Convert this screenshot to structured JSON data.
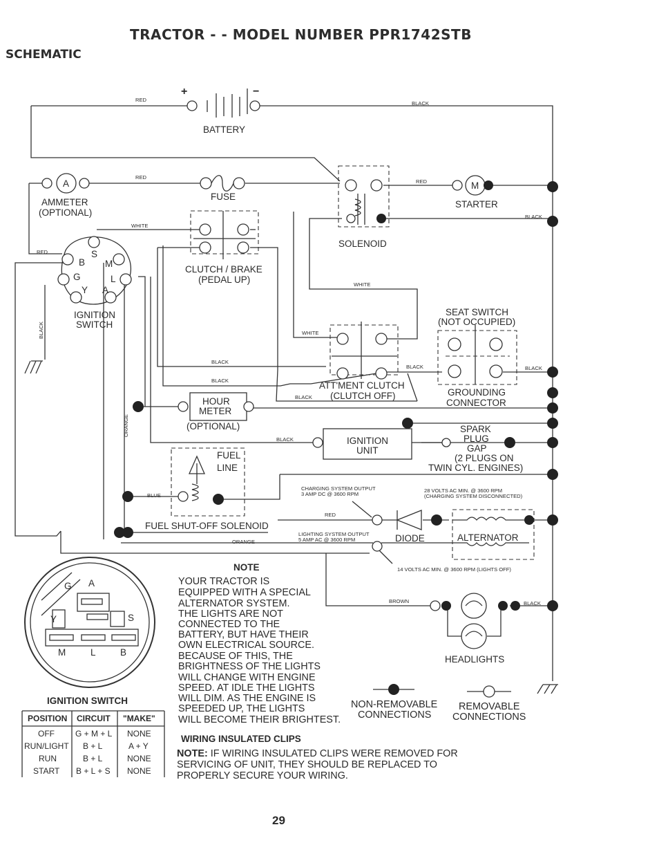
{
  "title": "TRACTOR - - MODEL NUMBER PPR1742STB",
  "subtitle": "SCHEMATIC",
  "page_number": "29",
  "wires": {
    "red": "RED",
    "black": "BLACK",
    "white": "WHITE",
    "blue": "BLUE",
    "orange": "ORANGE",
    "brown": "BROWN"
  },
  "components": {
    "battery": "BATTERY",
    "ammeter": [
      "AMMETER",
      "(OPTIONAL)"
    ],
    "ammeter_symbol": "A",
    "fuse": "FUSE",
    "starter": "STARTER",
    "starter_symbol": "M",
    "solenoid": "SOLENOID",
    "clutch_brake": [
      "CLUTCH / BRAKE",
      "(PEDAL UP)"
    ],
    "ignition_switch": [
      "IGNITION",
      "SWITCH"
    ],
    "seat_switch": [
      "SEAT SWITCH",
      "(NOT OCCUPIED)"
    ],
    "attachment_clutch": [
      "ATT'MENT CLUTCH",
      "(CLUTCH OFF)"
    ],
    "grounding_connector": [
      "GROUNDING",
      "CONNECTOR"
    ],
    "hour_meter": [
      "HOUR",
      "METER"
    ],
    "hour_meter_optional": "(OPTIONAL)",
    "ignition_unit": [
      "IGNITION",
      "UNIT"
    ],
    "spark_plug": [
      "SPARK",
      "PLUG",
      "GAP"
    ],
    "spark_plug_note": [
      "(2 PLUGS ON",
      "TWIN CYL. ENGINES)"
    ],
    "fuel_line": [
      "FUEL",
      "LINE"
    ],
    "fuel_solenoid": "FUEL SHUT-OFF SOLENOID",
    "diode": "DIODE",
    "alternator": "ALTERNATOR",
    "headlights": "HEADLIGHTS",
    "switch_pins": {
      "b": "B",
      "s": "S",
      "m": "M",
      "g": "G",
      "l": "L",
      "y": "Y",
      "a": "A"
    }
  },
  "specs": {
    "charging": [
      "CHARGING SYSTEM OUTPUT",
      "3 AMP DC @ 3600 RPM"
    ],
    "volts28": [
      "28 VOLTS AC MIN. @ 3600 RPM",
      "(CHARGING SYSTEM DISCONNECTED)"
    ],
    "lighting": [
      "LIGHTING SYSTEM OUTPUT",
      "5 AMP AC @ 3600 RPM"
    ],
    "volts14": "14 VOLTS AC MIN. @ 3600 RPM (LIGHTS OFF)"
  },
  "note": {
    "heading": "NOTE",
    "lines": [
      "YOUR TRACTOR IS",
      "EQUIPPED WITH A SPECIAL",
      "ALTERNATOR SYSTEM.",
      "THE LIGHTS ARE NOT",
      "CONNECTED TO THE",
      "BATTERY, BUT HAVE THEIR",
      "OWN ELECTRICAL SOURCE.",
      "BECAUSE OF THIS, THE",
      "BRIGHTNESS OF THE LIGHTS",
      "WILL CHANGE WITH ENGINE",
      "SPEED.  AT IDLE THE LIGHTS",
      "WILL DIM.  AS THE ENGINE IS",
      "SPEEDED UP, THE LIGHTS",
      "WILL BECOME THEIR BRIGHTEST."
    ]
  },
  "legend": {
    "non_removable": [
      "NON-REMOVABLE",
      "CONNECTIONS"
    ],
    "removable": [
      "REMOVABLE",
      "CONNECTIONS"
    ]
  },
  "clips": {
    "heading": "WIRING INSULATED CLIPS",
    "note_label": "NOTE:",
    "lines": [
      " IF WIRING INSULATED CLIPS WERE REMOVED FOR",
      "SERVICING OF UNIT, THEY SHOULD BE REPLACED TO",
      "PROPERLY SECURE YOUR WIRING."
    ]
  },
  "switch_face": {
    "caption": "IGNITION SWITCH",
    "letters": {
      "g": "G",
      "a": "A",
      "y": "Y",
      "s": "S",
      "m": "M",
      "l": "L",
      "b": "B"
    }
  },
  "table": {
    "headers": [
      "POSITION",
      "CIRCUIT",
      "\"MAKE\""
    ],
    "rows": [
      [
        "OFF",
        "G + M + L",
        "NONE"
      ],
      [
        "RUN/LIGHT",
        "B + L",
        "A + Y"
      ],
      [
        "RUN",
        "B + L",
        "NONE"
      ],
      [
        "START",
        "B + L + S",
        "NONE"
      ]
    ]
  }
}
